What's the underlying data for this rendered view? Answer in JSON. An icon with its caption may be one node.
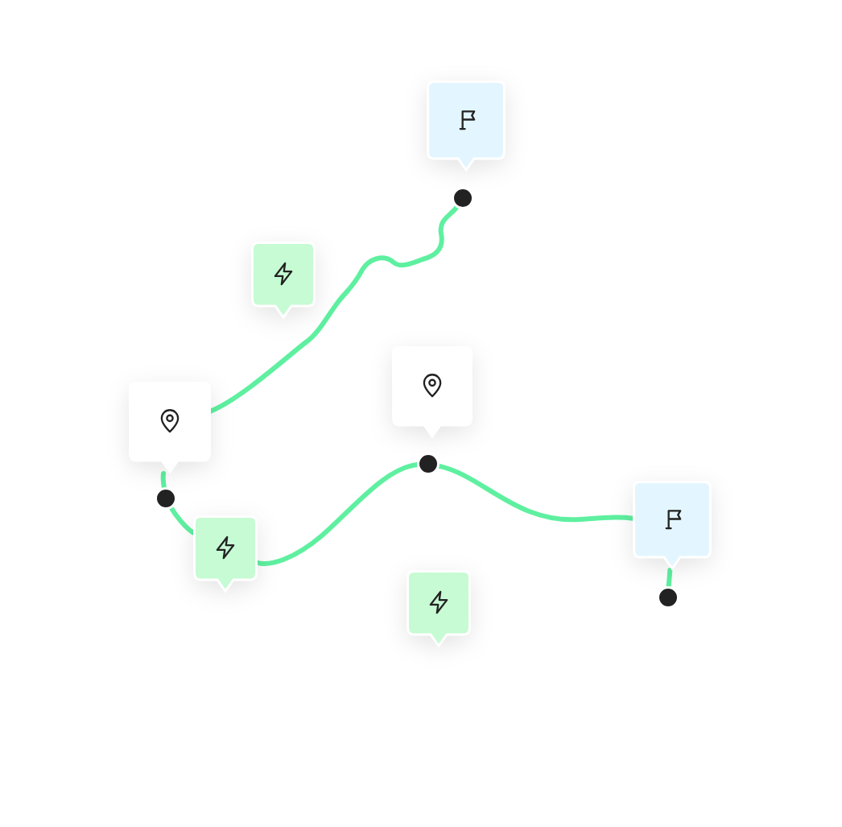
{
  "diagram": {
    "nodes": [
      {
        "text": [],
        "shape": "box"
      },
      {
        "text": [],
        "shape": "circle"
      },
      {
        "text": [],
        "shape": "box"
      },
      {
        "text": [],
        "shape": "box"
      },
      {
        "text": [],
        "shape": "box"
      },
      {
        "text": [],
        "shape": "circle"
      },
      {
        "text": [],
        "shape": "circle"
      },
      {
        "text": [],
        "shape": "box"
      },
      {
        "text": [],
        "shape": "box"
      },
      {
        "text": [],
        "shape": "circle"
      },
      {
        "text": [],
        "shape": "box"
      }
    ],
    "edges": [
      {
        "from": 1,
        "to": 4,
        "arrow": "none"
      },
      {
        "from": 4,
        "to": 6,
        "arrow": "none"
      },
      {
        "from": 6,
        "to": 8,
        "arrow": "none"
      },
      {
        "from": 8,
        "to": 5,
        "arrow": "none"
      },
      {
        "from": 5,
        "to": 7,
        "arrow": "none"
      },
      {
        "from": 7,
        "to": 9,
        "arrow": "none"
      }
    ]
  }
}
